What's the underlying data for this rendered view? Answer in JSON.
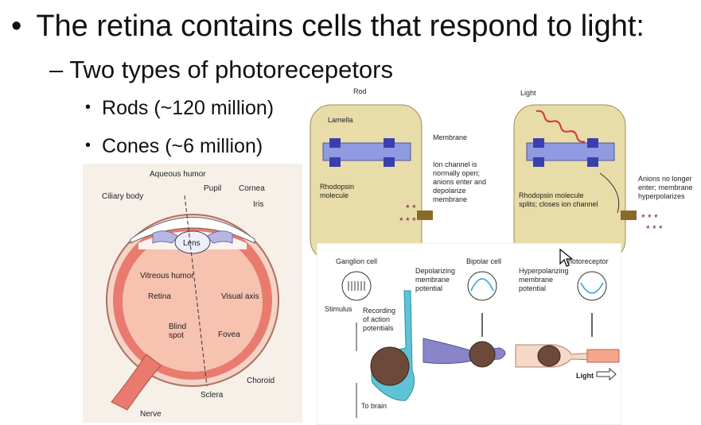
{
  "slide": {
    "bullet_main": "The retina contains cells that respond to light:",
    "bullet_sub": "Two types of photorecepetors",
    "items": [
      "Rods (~120 million)",
      "Cones (~6 million)"
    ],
    "bullet_char": "•",
    "dash_char": "–"
  },
  "eye_diagram": {
    "labels": {
      "aqueous": "Aqueous humor",
      "pupil": "Pupil",
      "cornea": "Cornea",
      "ciliary": "Ciliary body",
      "iris": "Iris",
      "lens": "Lens",
      "vitreous": "Vitreous humor",
      "retina": "Retina",
      "visual_axis": "Visual axis",
      "blind_spot_1": "Blind",
      "blind_spot_2": "spot",
      "fovea": "Fovea",
      "choroid": "Choroid",
      "sclera": "Sclera",
      "nerve": "Nerve"
    }
  },
  "rod_diagram": {
    "labels": {
      "rod": "Rod",
      "lamella": "Lamella",
      "membrane": "Membrane",
      "ion_1": "Ion channel is",
      "ion_2": "normally open;",
      "ion_3": "anions enter and",
      "ion_4": "depolarize",
      "ion_5": "membrane",
      "rhod_1": "Rhodopsin",
      "rhod_2": "molecule",
      "light": "Light",
      "split_1": "Rhodopsin molecule",
      "split_2": "splits; closes ion channel",
      "anion_1": "Anions no longer",
      "anion_2": "enter; membrane",
      "anion_3": "hyperpolarizes"
    }
  },
  "cell_diagram": {
    "labels": {
      "ganglion": "Ganglion cell",
      "bipolar": "Bipolar cell",
      "photoreceptor": "hotoreceptor",
      "dep_1": "Depolarizing",
      "dep_2": "membrane",
      "dep_3": "potential",
      "hyp_1": "Hyperpolarizing",
      "hyp_2": "membrane",
      "hyp_3": "potential",
      "stimulus": "Stimulus",
      "rec_1": "Recording",
      "rec_2": "of action",
      "rec_3": "potentials",
      "light": "Light",
      "to_brain": "To brain"
    }
  },
  "colors": {
    "rod_bg": "#e8dca8",
    "eye_red": "#e87b6e",
    "eye_pink": "#f7c2b0",
    "lens_blue": "#c9c8ec",
    "ganglion_teal": "#5fc3d6",
    "bipolar_purple": "#8a84c9",
    "photo_orange": "#f4a68c"
  }
}
